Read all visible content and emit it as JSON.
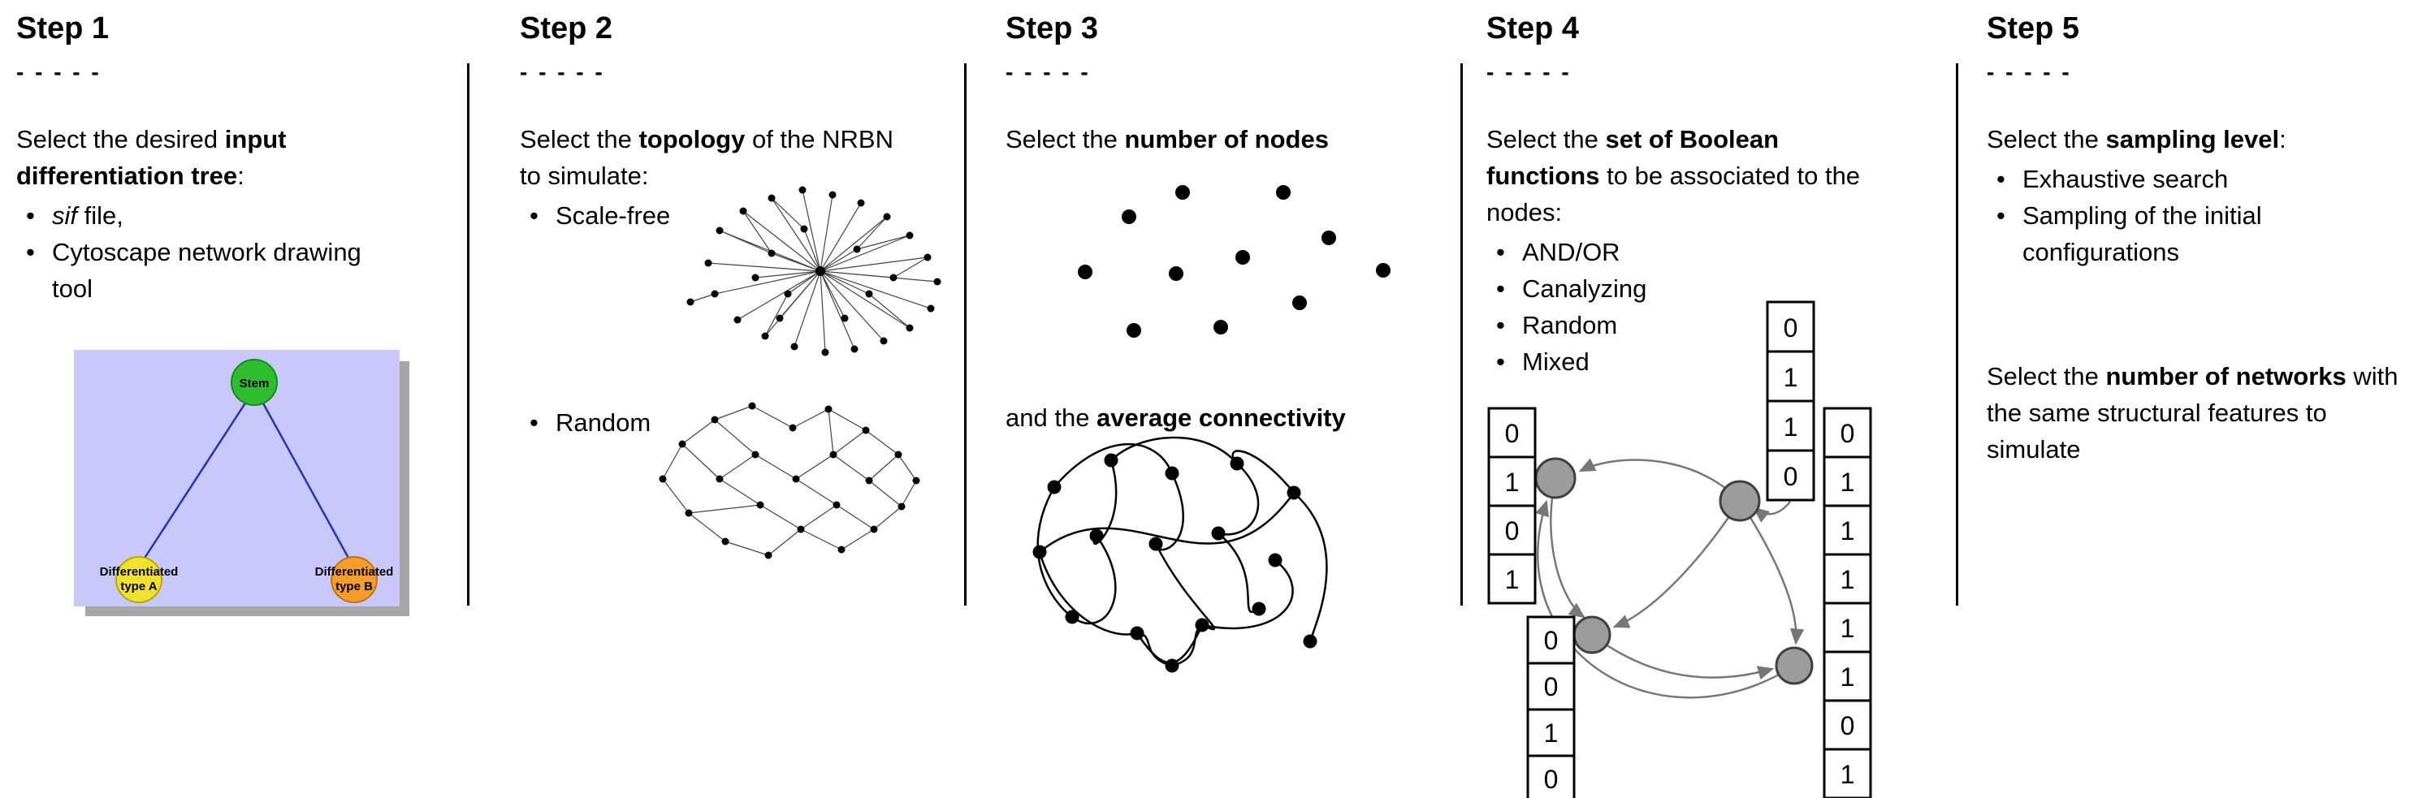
{
  "steps": [
    {
      "title": "Step 1",
      "dashes": "- - - - -",
      "intro": {
        "pre": "Select the desired ",
        "bold": "input differentiation tree",
        "post": ":"
      },
      "bullets": [
        {
          "italic": "sif",
          "text": " file,"
        },
        {
          "text": "Cytoscape network drawing tool"
        }
      ],
      "tree": {
        "stem": "Stem",
        "type_a": [
          "Differentiated",
          "type A"
        ],
        "type_b": [
          "Differentiated",
          "type B"
        ]
      }
    },
    {
      "title": "Step 2",
      "dashes": "- - - - -",
      "intro": {
        "pre": "Select the ",
        "bold": "topology",
        "post": " of the NRBN to simulate:"
      },
      "bullets": [
        {
          "text": "Scale-free"
        },
        {
          "text": "Random"
        }
      ]
    },
    {
      "title": "Step 3",
      "dashes": "- - - - -",
      "line1": {
        "pre": "Select the ",
        "bold": "number of nodes"
      },
      "line2": {
        "pre": "and the ",
        "bold": "average connectivity"
      }
    },
    {
      "title": "Step 4",
      "dashes": "- - - - -",
      "intro": {
        "pre": "Select the ",
        "bold": "set of Boolean functions",
        "post": " to be associated to the nodes:"
      },
      "bullets": [
        {
          "text": "AND/OR"
        },
        {
          "text": "Canalyzing"
        },
        {
          "text": "Random"
        },
        {
          "text": "Mixed"
        }
      ],
      "tables": {
        "left": [
          "0",
          "1",
          "0",
          "1"
        ],
        "top": [
          "0",
          "1",
          "1",
          "0"
        ],
        "bottom": [
          "0",
          "0",
          "1",
          "0"
        ],
        "right": [
          "0",
          "1",
          "1",
          "1",
          "1",
          "1",
          "0",
          "1"
        ]
      }
    },
    {
      "title": "Step 5",
      "dashes": "- - - - -",
      "intro": {
        "pre": "Select the ",
        "bold": "sampling level",
        "post": ":"
      },
      "bullets": [
        {
          "text": "Exhaustive search"
        },
        {
          "text": "Sampling of the initial configurations"
        }
      ],
      "second": {
        "pre": "Select the ",
        "bold": "number of networks",
        "post": " with the same structural features to simulate"
      }
    }
  ],
  "colors": {
    "stem_green": "#2ebd2e",
    "type_a_yellow": "#f0e12f",
    "type_b_orange": "#f59d28",
    "tree_bg_lavender": "#c8c8fa",
    "edge_blue": "#2233bb",
    "node_gray": "#9c9c9c"
  }
}
